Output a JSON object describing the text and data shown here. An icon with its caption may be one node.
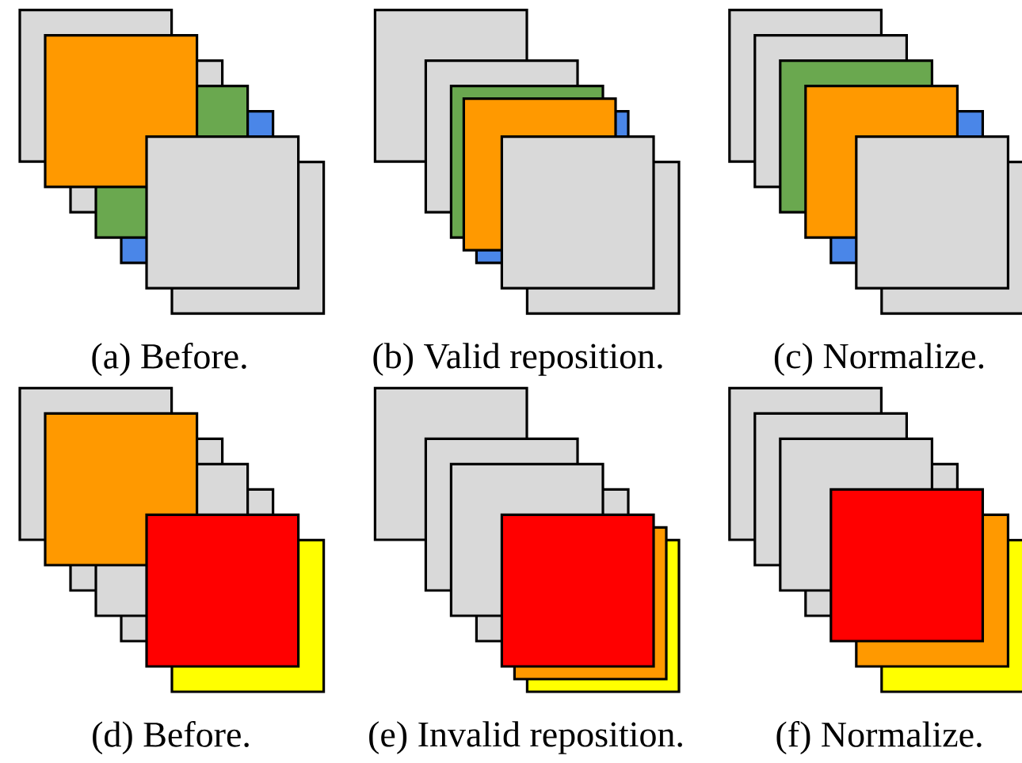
{
  "diagram": {
    "labels": [
      "(a) Before.",
      "(b) Valid reposition.",
      "(c) Normalize.",
      "(d) Before.",
      "(e) Invalid reposition.",
      "(f) Normalize."
    ]
  }
}
